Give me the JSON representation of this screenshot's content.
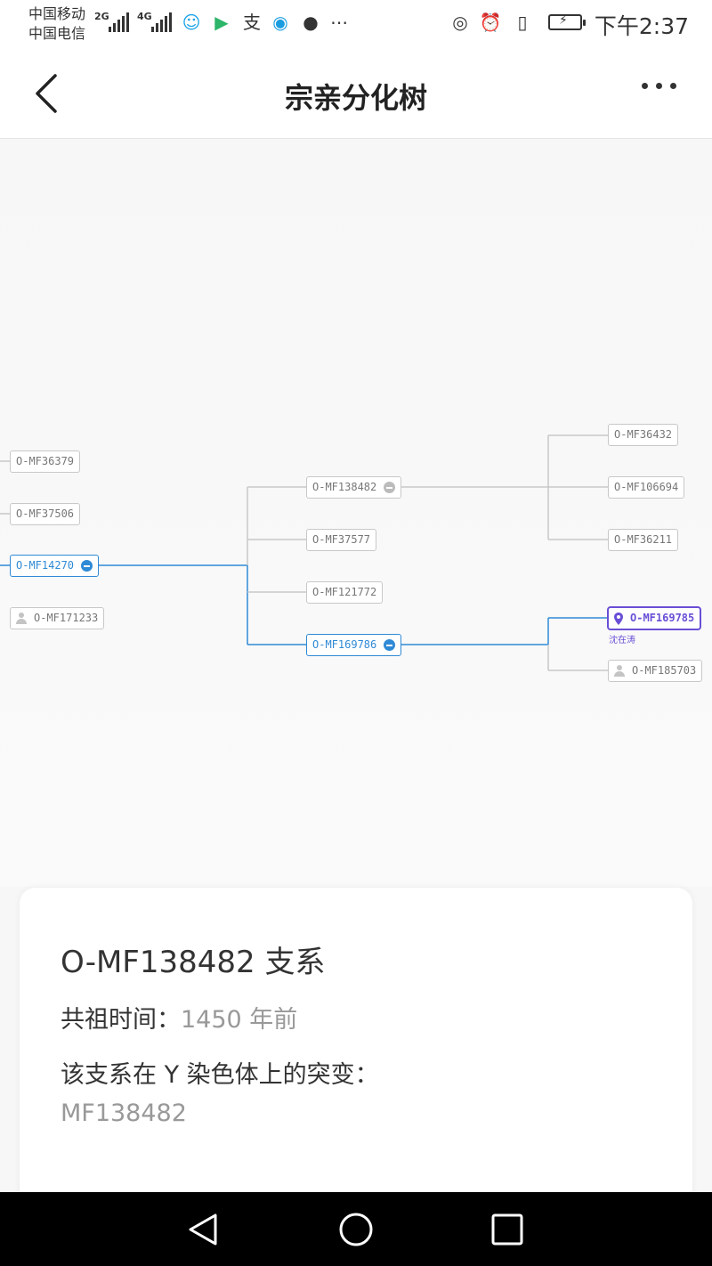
{
  "status_bar": {
    "carrier_1": "中国移动",
    "carrier_2": "中国电信",
    "network_1": "2G",
    "network_2": "4G",
    "time": "下午2:37",
    "icons": [
      "qq-icon",
      "video-app-icon",
      "alipay-icon",
      "media-app-icon",
      "shield-app-icon",
      "more-icon",
      "eye-icon",
      "alarm-icon",
      "vibrate-icon",
      "battery-charging-icon"
    ]
  },
  "header": {
    "title": "宗亲分化树",
    "back_icon": "chevron-left-icon",
    "menu_icon": "more-horizontal-icon"
  },
  "tree": {
    "col1": [
      {
        "id": "O-MF36379",
        "type": "plain"
      },
      {
        "id": "O-MF37506",
        "type": "plain"
      },
      {
        "id": "O-MF14270",
        "type": "expanded-path"
      },
      {
        "id": "O-MF171233",
        "type": "person"
      }
    ],
    "col2": [
      {
        "id": "O-MF138482",
        "type": "expanded"
      },
      {
        "id": "O-MF37577",
        "type": "plain"
      },
      {
        "id": "O-MF121772",
        "type": "plain"
      },
      {
        "id": "O-MF169786",
        "type": "expanded-path"
      }
    ],
    "col3": [
      {
        "id": "O-MF36432",
        "type": "plain"
      },
      {
        "id": "O-MF106694",
        "type": "plain"
      },
      {
        "id": "O-MF36211",
        "type": "plain"
      },
      {
        "id": "O-MF169785",
        "type": "selected",
        "name": "沈在涛"
      },
      {
        "id": "O-MF185703",
        "type": "person"
      }
    ],
    "colors": {
      "path": "#2f8ad6",
      "selected": "#6a4fd6",
      "line": "#c8c8c8"
    }
  },
  "card": {
    "title": "O-MF138482 支系",
    "time_label": "共祖时间：",
    "time_value": "1450 年前",
    "mutation_label": "该支系在 Y 染色体上的突变：",
    "mutation_value": "MF138482"
  },
  "system_nav": [
    "back-triangle-icon",
    "home-circle-icon",
    "recents-square-icon"
  ]
}
